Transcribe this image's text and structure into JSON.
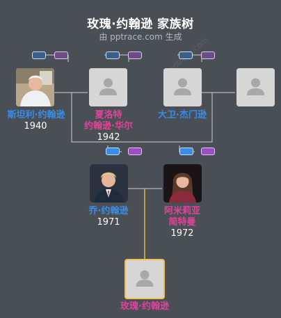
{
  "header": {
    "title": "玫瑰·约翰逊 家族树",
    "subtitle": "由 pptrace.com 生成",
    "watermark": "pptrace.com"
  },
  "people": {
    "stanley": {
      "name": "斯坦利·约翰逊",
      "year": "1940",
      "gender": "male"
    },
    "charlotte": {
      "name_line1": "夏洛特",
      "name_line2": "约翰逊·华尔",
      "year": "1942",
      "gender": "female"
    },
    "david": {
      "name": "大卫·杰门逊",
      "gender": "male"
    },
    "jo": {
      "name": "乔·约翰逊",
      "year": "1971",
      "gender": "male"
    },
    "amelia": {
      "name_line1": "阿米莉亚",
      "name_line2": "简特曼",
      "year": "1972",
      "gender": "female"
    },
    "rose": {
      "name": "玫瑰·约翰逊",
      "gender": "female",
      "highlighted": true
    }
  },
  "colors": {
    "background": "#4a4e55",
    "male": "#3a8de6",
    "female": "#e0449a",
    "highlight": "#f0c050",
    "connector": "#d0d0d0"
  }
}
